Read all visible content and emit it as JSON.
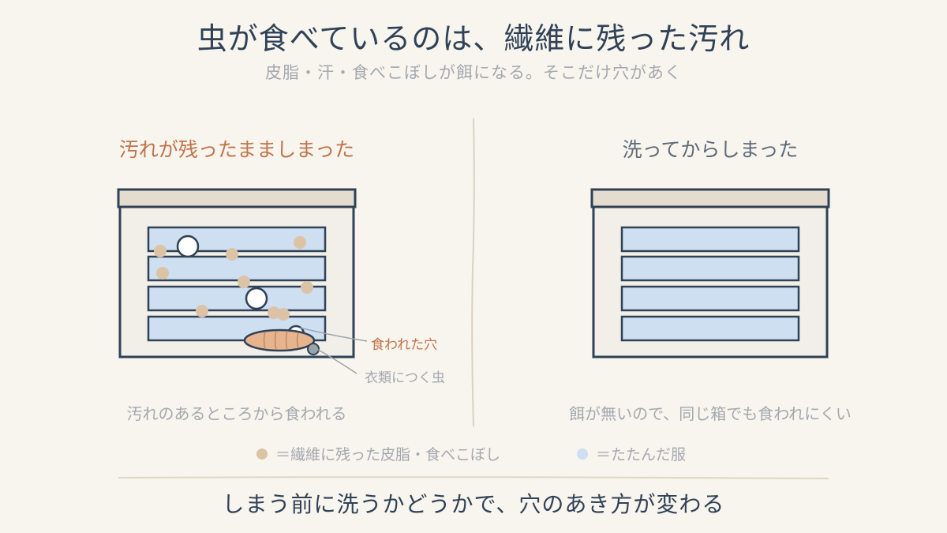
{
  "title": "虫が食べているのは、繊維に残った汚れ",
  "subtitle": "皮脂・汗・食べこぼしが餌になる。そこだけ穴があく",
  "left_panel": {
    "heading": "汚れが残ったまましまった",
    "caption": "汚れのあるところから食われる",
    "label_hole": "食われた穴",
    "label_bug": "衣類につく虫"
  },
  "right_panel": {
    "heading": "洗ってからしまった",
    "caption": "餌が無いので、同じ箱でも食われにくい"
  },
  "legend": [
    {
      "label": "＝繊維に残った皮脂・食べこぼし",
      "color": "#dcc3a6"
    },
    {
      "label": "＝たたんだ服",
      "color": "#cddff0"
    }
  ],
  "footer": "しまう前に洗うかどうかで、穴のあき方が変わる",
  "colors": {
    "box_outline": "#2f4256",
    "box_fill": "#f2efe9",
    "lid_fill": "#e3dccf",
    "cloth": "#cddff0",
    "stain": "#dcc3a6",
    "larva": "#e8b48e",
    "accent": "#c0744a"
  }
}
